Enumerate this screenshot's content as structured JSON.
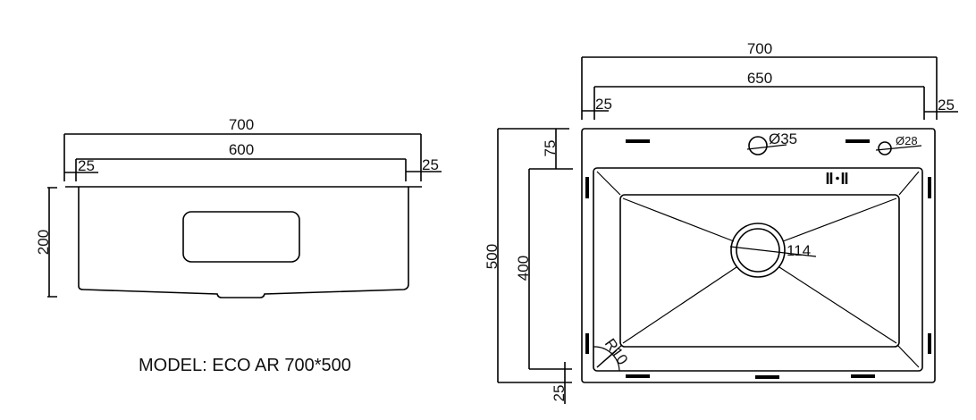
{
  "front_view": {
    "dims": {
      "overall_width": "700",
      "bowl_width": "600",
      "left_flange": "25",
      "right_flange": "25",
      "depth": "200"
    }
  },
  "model_label": "MODEL: ECO AR 700*500",
  "top_view": {
    "dims": {
      "overall_width": "700",
      "bowl_width": "650",
      "left_flange": "25",
      "right_flange": "25",
      "overall_depth": "500",
      "bowl_depth": "400",
      "back_deck": "75",
      "front_flange": "25",
      "tap_hole": "Ø35",
      "accessory_hole": "Ø28",
      "drain": "114",
      "corner_radius": "R10"
    }
  }
}
